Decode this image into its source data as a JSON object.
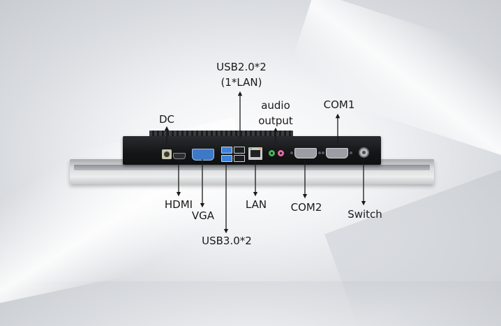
{
  "labels": {
    "usb20": [
      "USB2.0*2",
      "(1*LAN)"
    ],
    "audio": [
      "audio",
      "output"
    ],
    "com1": "COM1",
    "dc": "DC",
    "hdmi": "HDMI",
    "vga": "VGA",
    "lan": "LAN",
    "com2": "COM2",
    "switch": "Switch",
    "usb30": "USB3.0*2"
  },
  "colors": {
    "vga_port": "#3e79c7",
    "usb3_port": "#3c82d8",
    "audio_green": "#4ab25a",
    "audio_pink": "#e56a9d",
    "leader_line": "#1a1a1a"
  }
}
